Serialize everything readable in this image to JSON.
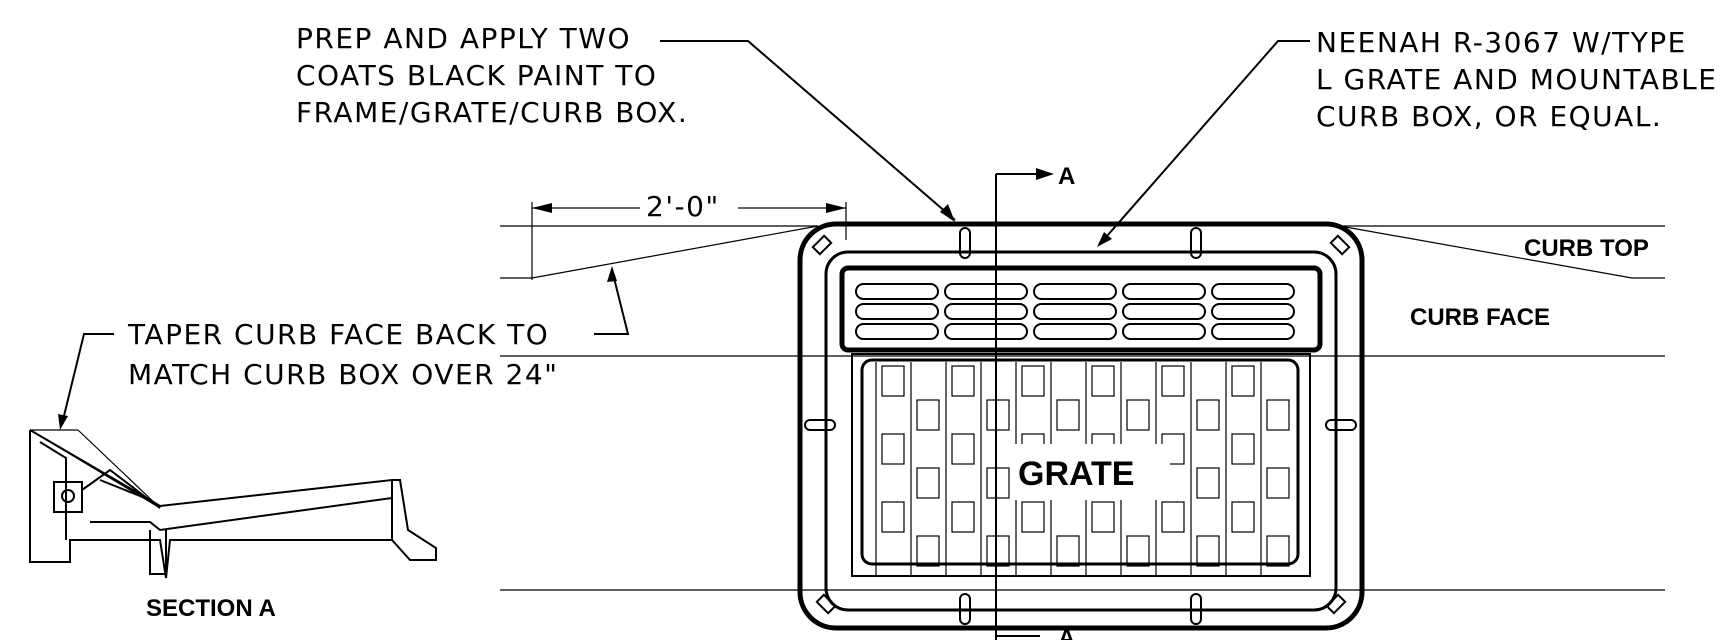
{
  "notes": {
    "paint": [
      "PREP AND APPLY TWO",
      "COATS BLACK PAINT TO",
      "FRAME/GRATE/CURB BOX."
    ],
    "neenah": [
      "NEENAH R-3067 W/TYPE",
      "L GRATE AND MOUNTABLE",
      "CURB BOX, OR EQUAL."
    ],
    "taper": [
      "TAPER CURB FACE BACK TO",
      "MATCH CURB BOX OVER 24\""
    ]
  },
  "dimension": {
    "label": "2'-0\""
  },
  "section_marks": {
    "top": "A",
    "bottom": "A"
  },
  "labels": {
    "curb_top": "CURB TOP",
    "curb_face": "CURB FACE",
    "grate": "GRATE",
    "section": "SECTION A"
  }
}
